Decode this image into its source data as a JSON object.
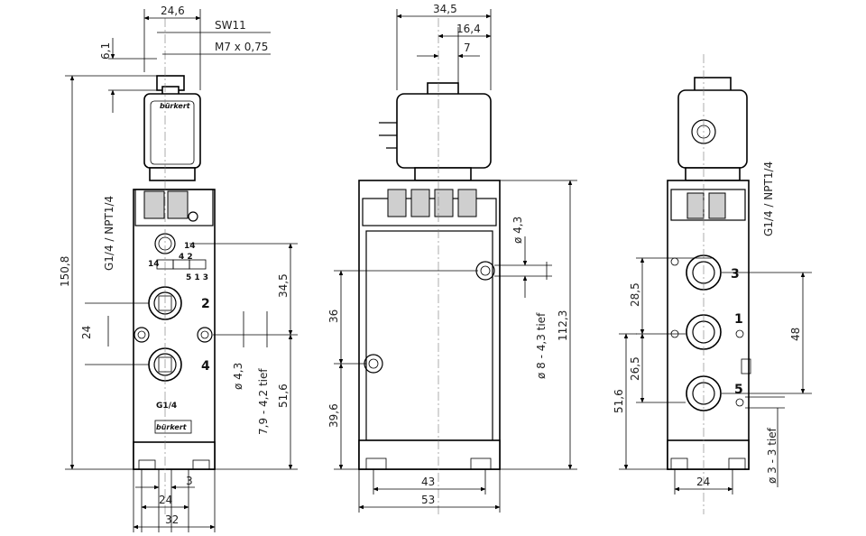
{
  "front_view": {
    "top_width": "24,6",
    "wrench_size": "SW11",
    "thread": "M7 x 0,75",
    "top_height": "6,1",
    "total_height": "150,8",
    "port_thread_left": "G1/4 / NPT1/4",
    "port_2_label": "2",
    "port_4_label": "4",
    "port_14_label": "14",
    "symbol_label_14": "14",
    "symbol_label_42": "4 2",
    "symbol_label_513": "5 1 3",
    "pitch_24_vertical": "24",
    "hole_diameter": "ø 4,3",
    "counterbore": "7,9 - 4,2 tief",
    "upper_offset": "34,5",
    "lower_offset": "51,6",
    "bottom_thread_label": "G1/4",
    "logo_text": "bürkert",
    "bottom_3": "3",
    "bottom_24": "24",
    "bottom_32": "32"
  },
  "side_view": {
    "width_34_5": "34,5",
    "width_16_4": "16,4",
    "width_7": "7",
    "hole_diam": "ø 4,3",
    "counterbore": "ø 8 - 4,3 tief",
    "height_112_3": "112,3",
    "dim_36": "36",
    "dim_39_6": "39,6",
    "bottom_43": "43",
    "bottom_53": "53"
  },
  "right_view": {
    "port_thread": "G1/4 / NPT1/4",
    "port_3": "3",
    "port_1": "1",
    "port_5": "5",
    "dim_28_5": "28,5",
    "dim_26_5": "26,5",
    "dim_48": "48",
    "dim_51_6": "51,6",
    "hole": "ø 3 - 3 tief",
    "bottom_24": "24"
  }
}
